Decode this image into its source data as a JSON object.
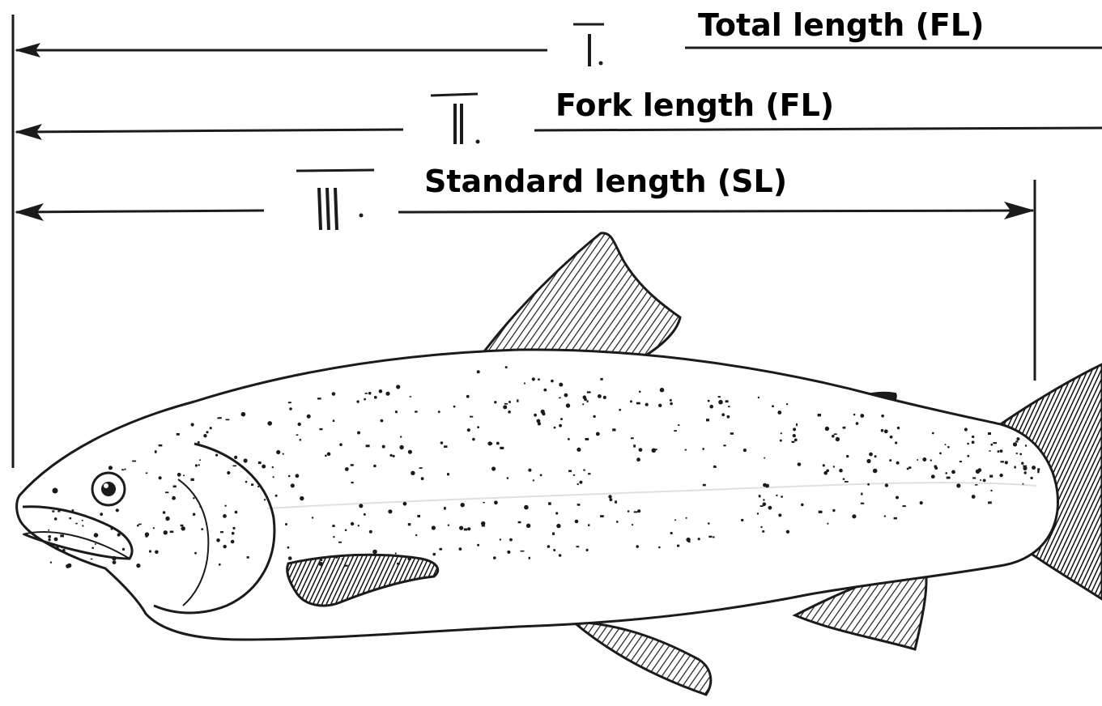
{
  "diagram": {
    "measurements": [
      {
        "numeral": "I.",
        "label": "Total length (FL)"
      },
      {
        "numeral": "II.",
        "label": "Fork length (FL)"
      },
      {
        "numeral": "III.",
        "label": "Standard length (SL)"
      }
    ]
  },
  "colors": {
    "ink": "#1b1b1b",
    "background": "#ffffff"
  }
}
